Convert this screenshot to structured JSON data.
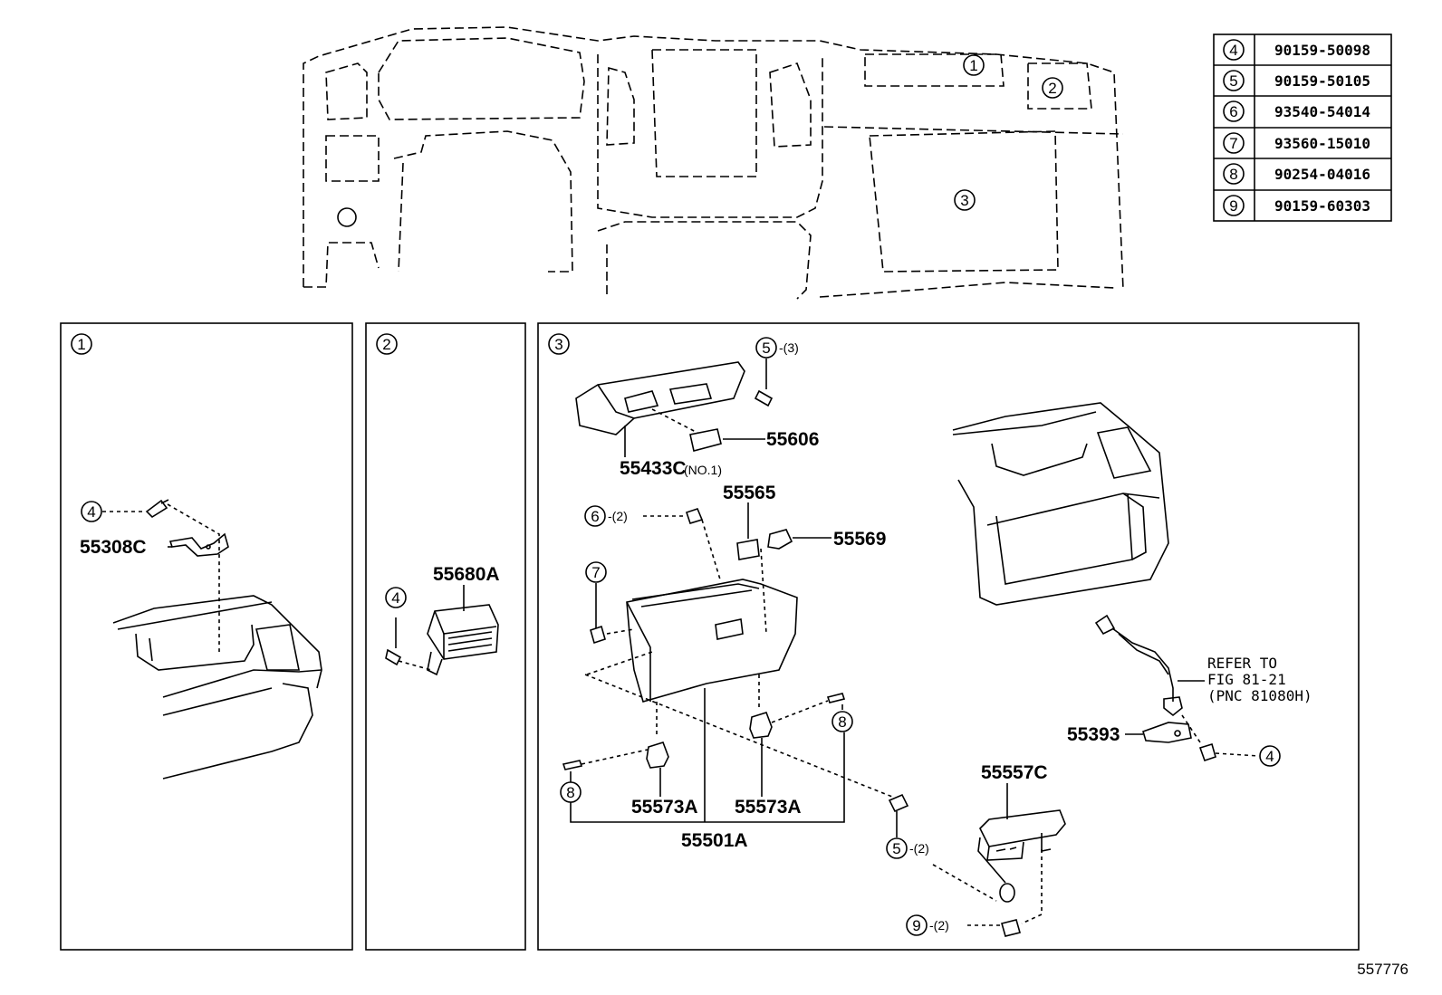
{
  "parts_table": [
    {
      "key": "4",
      "part": "90159-50098"
    },
    {
      "key": "5",
      "part": "90159-50105"
    },
    {
      "key": "6",
      "part": "93540-54014"
    },
    {
      "key": "7",
      "part": "93560-15010"
    },
    {
      "key": "8",
      "part": "90254-04016"
    },
    {
      "key": "9",
      "part": "90159-60303"
    }
  ],
  "overview": {
    "callouts": [
      "1",
      "2",
      "3"
    ]
  },
  "panel1": {
    "number": "1",
    "callout_4": "4",
    "part_55308C": "55308C"
  },
  "panel2": {
    "number": "2",
    "callout_4": "4",
    "part_55680A": "55680A"
  },
  "panel3": {
    "number": "3",
    "callout_5_top": "5",
    "qty_5_top": "-(3)",
    "part_55606": "55606",
    "part_55433C": "55433C",
    "note_55433C": "(NO.1)",
    "part_55565": "55565",
    "callout_6": "6",
    "qty_6": "-(2)",
    "part_55569": "55569",
    "callout_7": "7",
    "callout_8_right": "8",
    "callout_8_left": "8",
    "part_55573A_left": "55573A",
    "part_55573A_right": "55573A",
    "part_55501A": "55501A",
    "callout_5_bottom": "5",
    "qty_5_bottom": "-(2)",
    "part_55557C": "55557C",
    "callout_9": "9",
    "qty_9": "-(2)",
    "part_55393": "55393",
    "callout_4": "4",
    "refer_line1": "REFER TO",
    "refer_line2": "FIG 81-21",
    "refer_line3": "(PNC 81080H)"
  },
  "diagram_id": "557776"
}
